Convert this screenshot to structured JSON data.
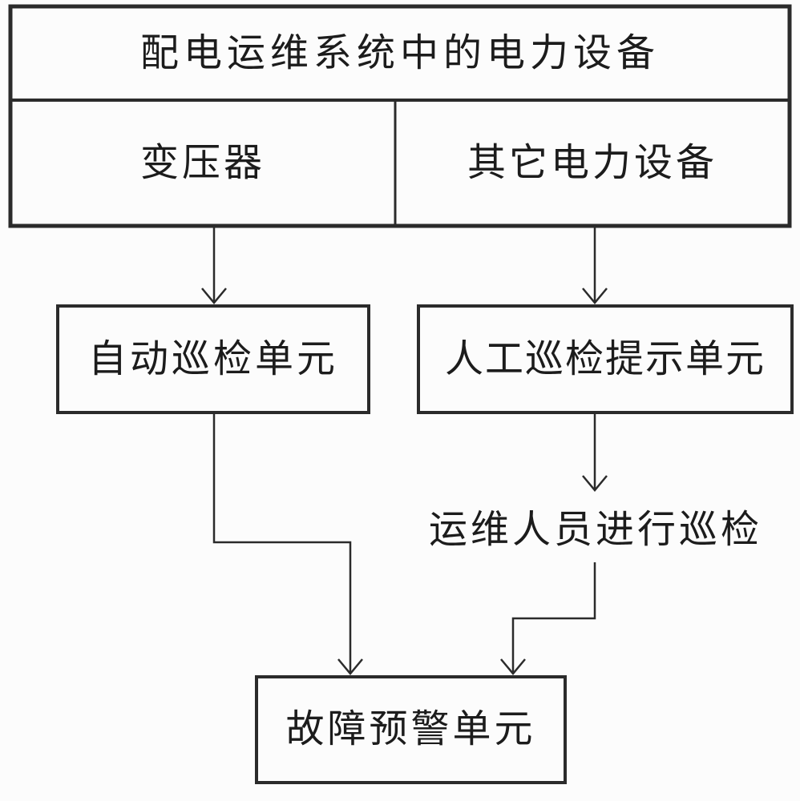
{
  "diagram": {
    "top_table": {
      "header": "配电运维系统中的电力设备",
      "cell_left": "变压器",
      "cell_right": "其它电力设备"
    },
    "boxes": {
      "auto_inspection": "自动巡检单元",
      "manual_inspection": "人工巡检提示单元",
      "fault_warning": "故障预警单元"
    },
    "labels": {
      "inspection_note": "运维人员进行巡检"
    },
    "colors": {
      "line": "#2b2b2b",
      "text": "#1c1c1c",
      "background": "#fcfcfc"
    }
  }
}
